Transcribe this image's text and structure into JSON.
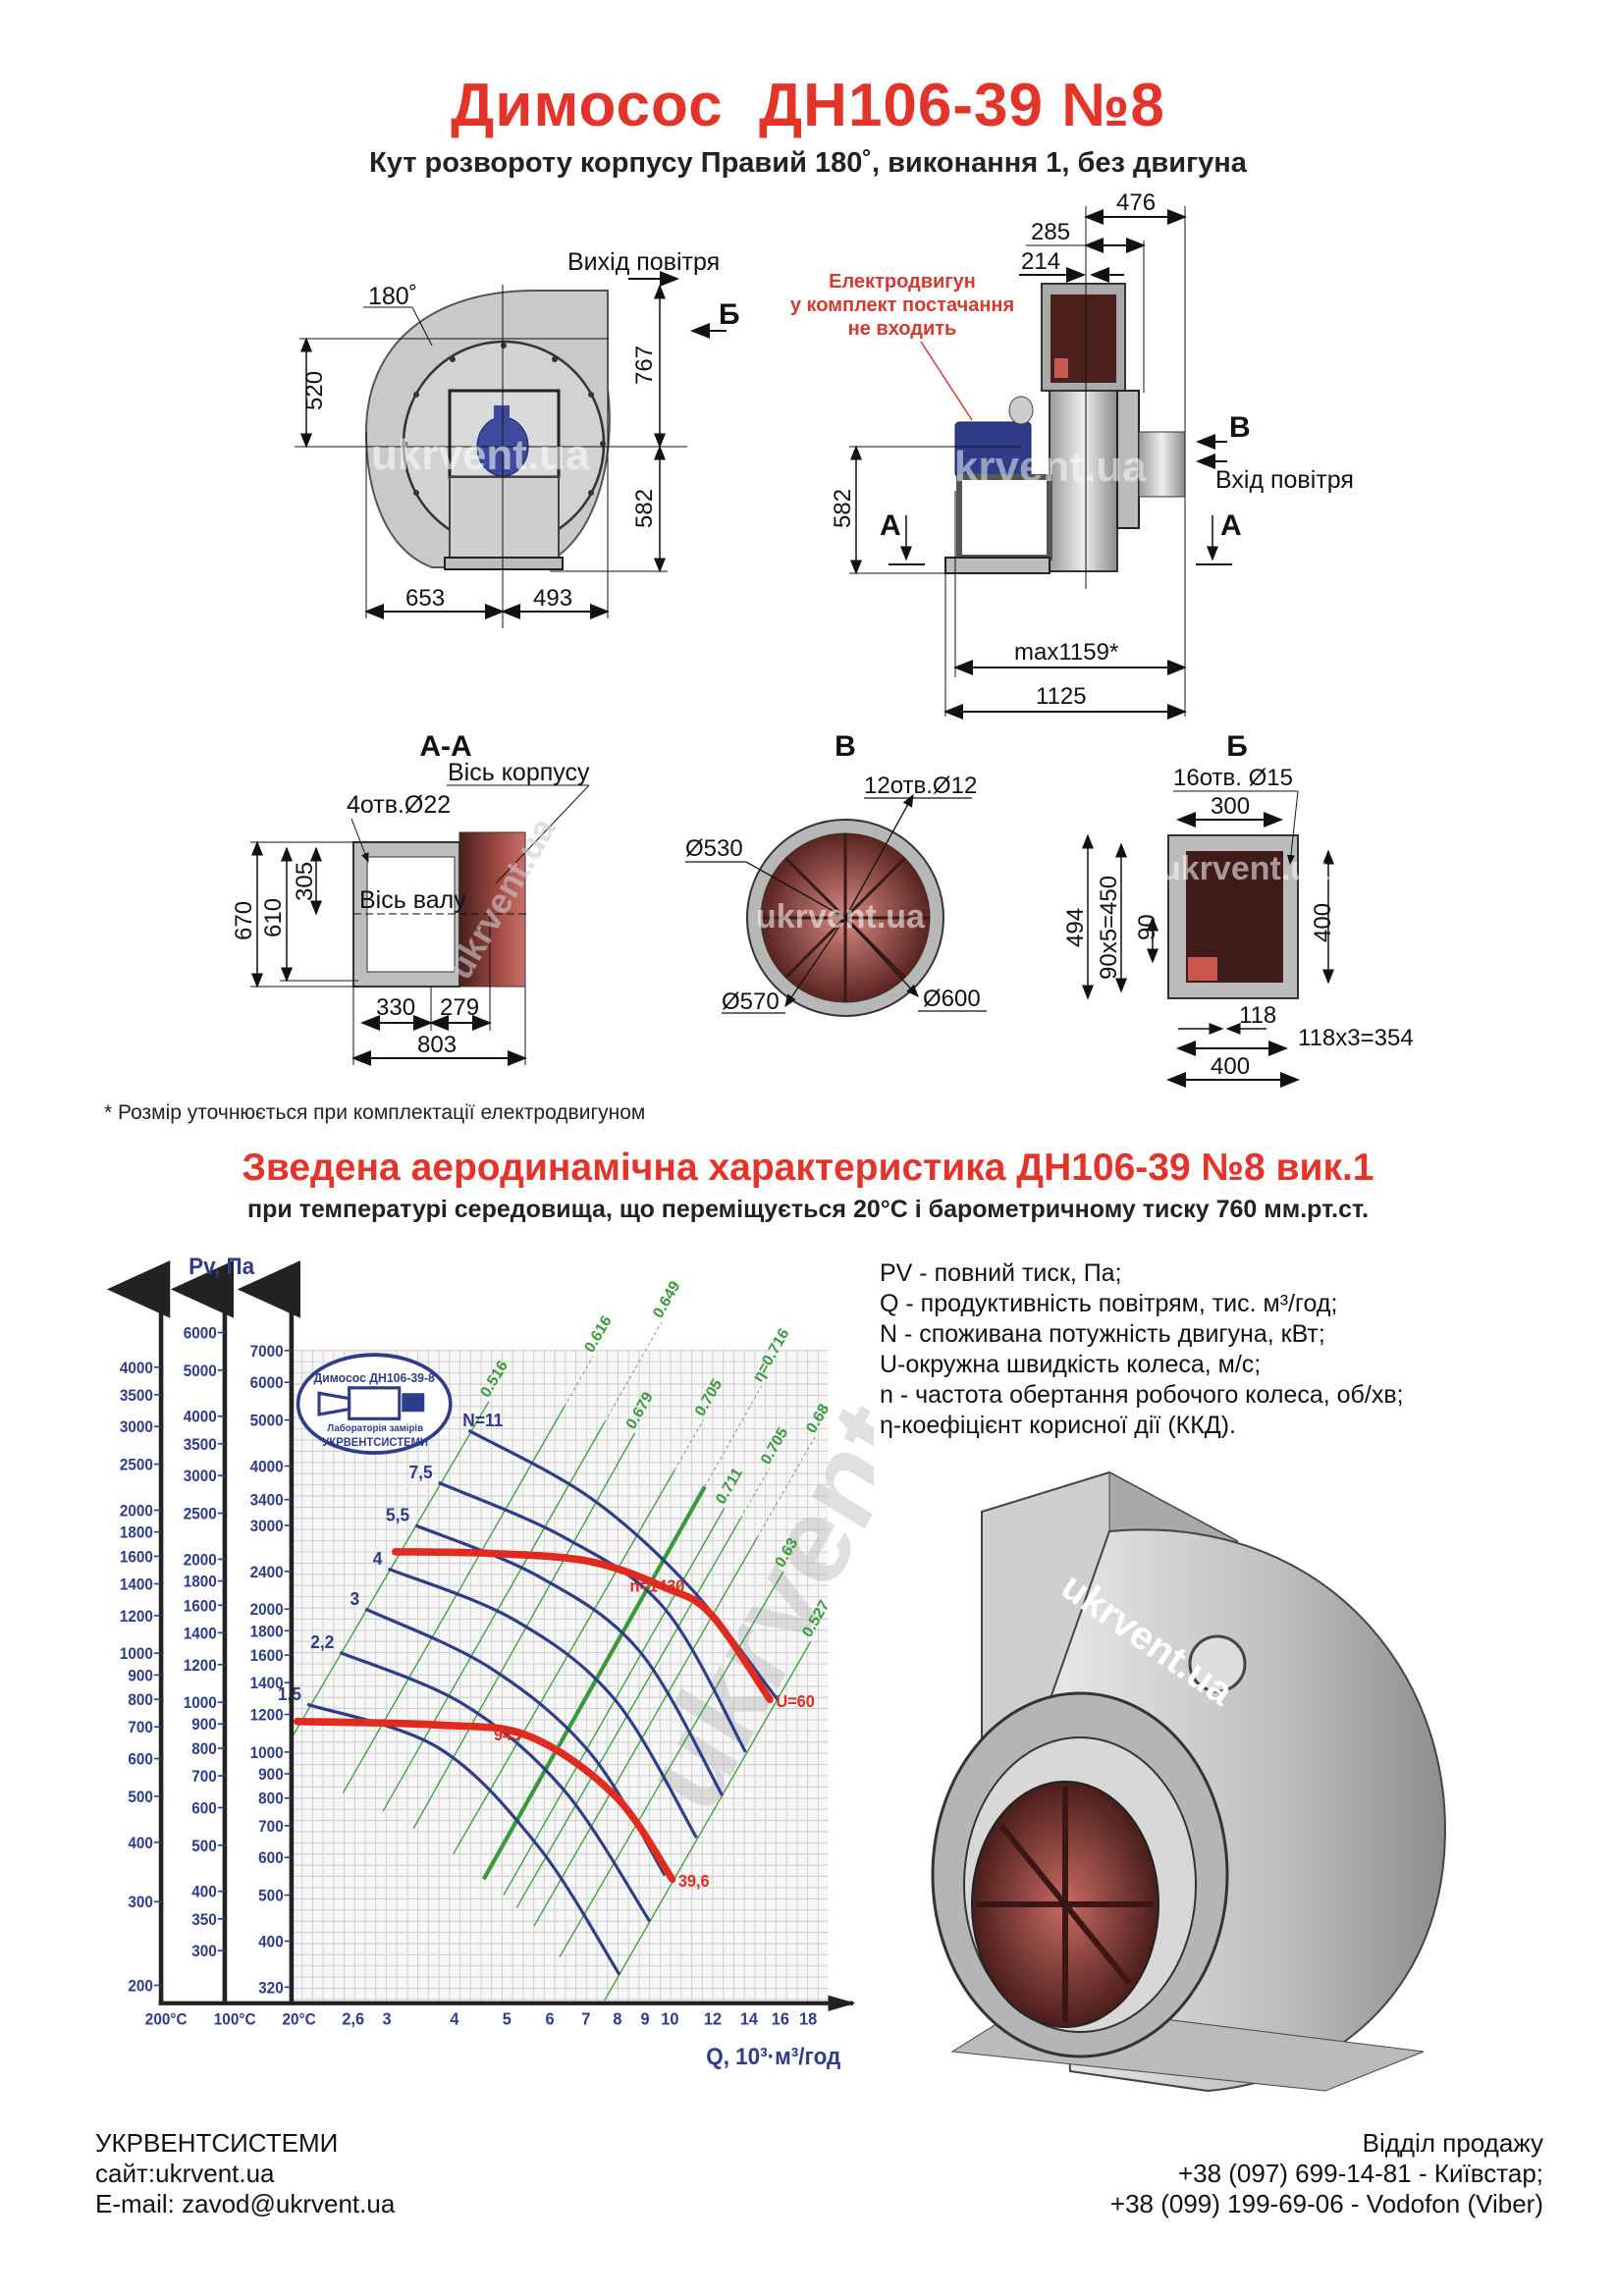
{
  "header": {
    "title": "Димосос  ДН106-39 №8",
    "subtitle": "Кут розвороту корпусу Правий 180˚, виконання 1, без двигуна"
  },
  "front_view": {
    "angle": "180˚",
    "outlet": "Вихід повітря",
    "section_b": "Б",
    "dim_520": "520",
    "dim_767": "767",
    "dim_582": "582",
    "dim_653": "653",
    "dim_493": "493",
    "watermark": "ukrvent.ua"
  },
  "side_view": {
    "motor_note": [
      "Електродвигун",
      "у комплект постачання",
      "не входить"
    ],
    "dim_476": "476",
    "dim_285": "285",
    "dim_214": "214",
    "section_v": "В",
    "inlet": "Вхід повітря",
    "section_a_left": "А",
    "section_a_right": "А",
    "dim_582": "582",
    "dim_max": "max1159*",
    "dim_1125": "1125",
    "watermark": "ukrvent.ua"
  },
  "section_aa": {
    "title": "А-А",
    "housing_axis": "Вісь корпусу",
    "holes": "4отв.Ø22",
    "shaft_axis": "Вісь валу",
    "dim_670": "670",
    "dim_610": "610",
    "dim_305": "305",
    "dim_330": "330",
    "dim_279": "279",
    "dim_803": "803",
    "watermark": "ukrvent.ua"
  },
  "section_v": {
    "title": "В",
    "holes": "12отв.Ø12",
    "d530": "Ø530",
    "d570": "Ø570",
    "d600": "Ø600",
    "watermark": "ukrvent.ua"
  },
  "section_b": {
    "title": "Б",
    "holes": "16отв. Ø15",
    "dim_300": "300",
    "dim_494": "494",
    "dim_450": "90х5=450",
    "dim_90": "90",
    "dim_400v": "400",
    "dim_118": "118",
    "dim_354": "118х3=354",
    "dim_400h": "400",
    "watermark": "ukrvent.ua"
  },
  "footnote": "* Розмір уточнюється при комплектації електродвигуном",
  "chart_data": {
    "type": "line",
    "title": "Зведена аеродинамічна характеристика ДН106-39 №8 вик.1",
    "subtitle": "при температурі середовища, що переміщується 20°С і барометричному тиску 760 мм.рт.ст.",
    "xlabel": "Q, 10³·м³/год",
    "ylabel": "Pv, Па",
    "x_scale": "log",
    "y_scale": "log",
    "xlim": [
      2.0,
      19.6
    ],
    "ylim": [
      296,
      7000
    ],
    "grid": true,
    "x_ticks": [
      2.6,
      3,
      4,
      5,
      6,
      7,
      8,
      9,
      10,
      12,
      14,
      16,
      18
    ],
    "x_tick_labels": [
      "2,6",
      "3",
      "4",
      "5",
      "6",
      "7",
      "8",
      "9",
      "10",
      "12",
      "14",
      "16",
      "18"
    ],
    "temperature_axes": [
      {
        "label": "200°C",
        "temp": 200,
        "ticks": [
          4000,
          3500,
          3000,
          2500,
          2000,
          1800,
          1600,
          1400,
          1200,
          1000,
          900,
          800,
          700,
          600,
          500,
          400,
          300,
          200
        ]
      },
      {
        "label": "100°C",
        "temp": 100,
        "ticks": [
          6000,
          5000,
          4000,
          3500,
          3000,
          2500,
          2000,
          1800,
          1600,
          1400,
          1200,
          1000,
          900,
          800,
          700,
          600,
          500,
          400,
          350,
          300
        ]
      },
      {
        "label": "20°C",
        "temp": 20,
        "ticks": [
          7000,
          6000,
          5000,
          4000,
          3400,
          3000,
          2400,
          2000,
          1800,
          1600,
          1400,
          1200,
          1000,
          900,
          800,
          700,
          600,
          500,
          400,
          320
        ]
      }
    ],
    "power_curves": [
      {
        "label": "N=11",
        "points": [
          [
            4.25,
            4750
          ],
          [
            7.1,
            3440
          ],
          [
            10.9,
            2220
          ],
          [
            15.8,
            1290
          ]
        ]
      },
      {
        "label": "7,5",
        "points": [
          [
            3.74,
            3690
          ],
          [
            6.38,
            2830
          ],
          [
            9.79,
            2000
          ],
          [
            13.8,
            1000
          ]
        ]
      },
      {
        "label": "5,5",
        "points": [
          [
            3.39,
            3000
          ],
          [
            5.73,
            2340
          ],
          [
            8.79,
            1630
          ],
          [
            12.5,
            810
          ]
        ]
      },
      {
        "label": "4",
        "points": [
          [
            3.02,
            2430
          ],
          [
            5.15,
            1900
          ],
          [
            7.91,
            1290
          ],
          [
            11.2,
            660
          ]
        ]
      },
      {
        "label": "3",
        "points": [
          [
            2.74,
            2000
          ],
          [
            4.63,
            1510
          ],
          [
            7.1,
            1000
          ],
          [
            9.79,
            550
          ]
        ]
      },
      {
        "label": "2,2",
        "points": [
          [
            2.46,
            1620
          ],
          [
            4.16,
            1260
          ],
          [
            6.38,
            830
          ],
          [
            9.18,
            440
          ]
        ]
      },
      {
        "label": "1,5",
        "points": [
          [
            2.14,
            1260
          ],
          [
            3.74,
            1020
          ],
          [
            5.73,
            630
          ],
          [
            8.07,
            340
          ]
        ]
      }
    ],
    "speed_curves": [
      {
        "label": "n=1430",
        "end_label": "U=60",
        "points": [
          [
            3.11,
            2640
          ],
          [
            4.63,
            2620
          ],
          [
            7.1,
            2520
          ],
          [
            9.79,
            2220
          ],
          [
            11.9,
            1950
          ],
          [
            15.3,
            1290
          ]
        ]
      },
      {
        "label": "945",
        "end_label": "39,6",
        "points": [
          [
            2.05,
            1160
          ],
          [
            3.74,
            1140
          ],
          [
            5.49,
            1080
          ],
          [
            7.91,
            810
          ],
          [
            10.1,
            540
          ]
        ]
      }
    ],
    "efficiency_lines": [
      {
        "label": "0.516",
        "points": [
          [
            2.01,
            1080
          ],
          [
            4.63,
            5470
          ]
        ]
      },
      {
        "label": "0.616",
        "points": [
          [
            2.49,
            820
          ],
          [
            6.38,
            5330
          ]
        ]
      },
      {
        "label": "0.649",
        "points": [
          [
            2.95,
            750
          ],
          [
            7.57,
            4940
          ]
        ]
      },
      {
        "label": "0.679",
        "points": [
          [
            3.36,
            690
          ],
          [
            8.61,
            4690
          ]
        ]
      },
      {
        "label": "0.705",
        "points": [
          [
            3.98,
            610
          ],
          [
            10.2,
            3920
          ]
        ]
      },
      {
        "label": "η=0.716",
        "points": [
          [
            4.53,
            540
          ],
          [
            11.6,
            3620
          ]
        ],
        "max": true
      },
      {
        "label": "0.711",
        "points": [
          [
            4.93,
            500
          ],
          [
            12.6,
            3260
          ]
        ]
      },
      {
        "label": "0.705",
        "points": [
          [
            5.21,
            470
          ],
          [
            13.5,
            3100
          ]
        ]
      },
      {
        "label": "0.68",
        "points": [
          [
            5.61,
            430
          ],
          [
            14.5,
            2830
          ]
        ]
      },
      {
        "label": "0.63",
        "points": [
          [
            6.25,
            370
          ],
          [
            16.2,
            2400
          ]
        ]
      },
      {
        "label": "0.527",
        "points": [
          [
            7.57,
            300
          ],
          [
            18.2,
            1710
          ]
        ]
      }
    ],
    "stamp": {
      "line1": "Димосос ДН106-39-8",
      "line2": "Лабораторія замірів",
      "line3": "УКРВЕНТСИСТЕМИ"
    },
    "watermark": "ukrvent.ua",
    "colors": {
      "axis": "#2e3d8a",
      "power": "#2e3d8a",
      "speed": "#e02b20",
      "efficiency": "#3a9a3a",
      "grid": "#cfcfcf"
    }
  },
  "legend": [
    "PV - повний тиск, Па;",
    "Q - продуктивність повітрям, тис. м³/год;",
    "N - споживана потужність двигуна, кВт;",
    "U-окружна швидкість колеса, м/с;",
    "n - частота обертання робочого колеса, об/хв;",
    "η-коефіцієнт корисної дії (ККД)."
  ],
  "render_watermark": "ukrvent.ua",
  "footer": {
    "company": "УКРВЕНТСИСТЕМИ",
    "site": "сайт:ukrvent.ua",
    "email": "E-mail: zavod@ukrvent.ua",
    "sales": "Відділ продажу",
    "phone1": "+38 (097) 699-14-81 - Київстар;",
    "phone2": "+38 (099) 199-69-06 - Vodofon (Viber)"
  }
}
